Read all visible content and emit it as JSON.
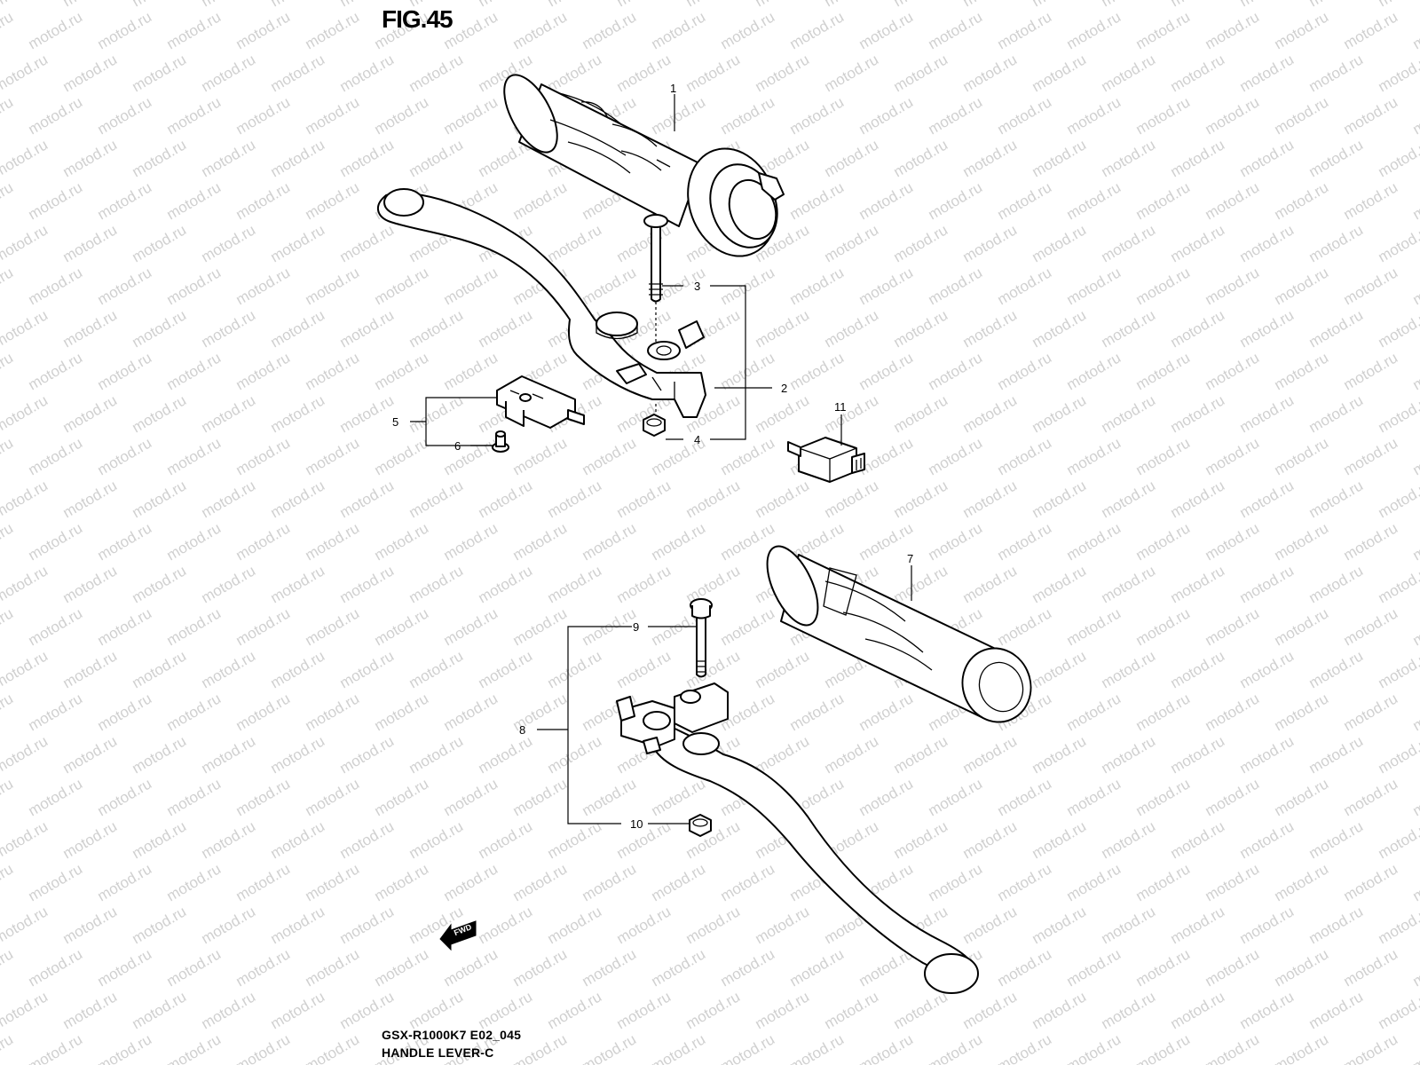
{
  "figure": {
    "title": "FIG.45"
  },
  "footer": {
    "code": "GSX-R1000K7 E02_045",
    "name": "HANDLE LEVER-C"
  },
  "watermark": {
    "text": "motod.ru",
    "color": "#d0d0d0"
  },
  "direction_badge": {
    "text": "FWD"
  },
  "callouts": [
    "1",
    "2",
    "3",
    "4",
    "5",
    "6",
    "7",
    "8",
    "9",
    "10",
    "11"
  ]
}
